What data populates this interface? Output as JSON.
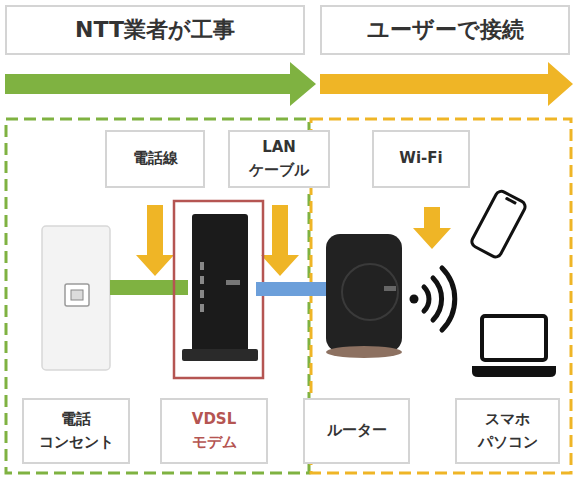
{
  "diagram": {
    "nodes": [
      {
        "text": [
          "NTT業者が工事"
        ]
      },
      {
        "text": [
          "ユーザーで接続"
        ]
      },
      {
        "text": [
          "電話線"
        ]
      },
      {
        "text": [
          "LAN ケーブル"
        ]
      },
      {
        "text": [
          "Wi-Fi"
        ]
      },
      {
        "text": [
          "電話 コンセント"
        ]
      },
      {
        "text": [
          "VDSL モデム"
        ]
      },
      {
        "text": [
          "ルーター"
        ]
      },
      {
        "text": [
          "スマホ パソコン"
        ]
      }
    ]
  }
}
